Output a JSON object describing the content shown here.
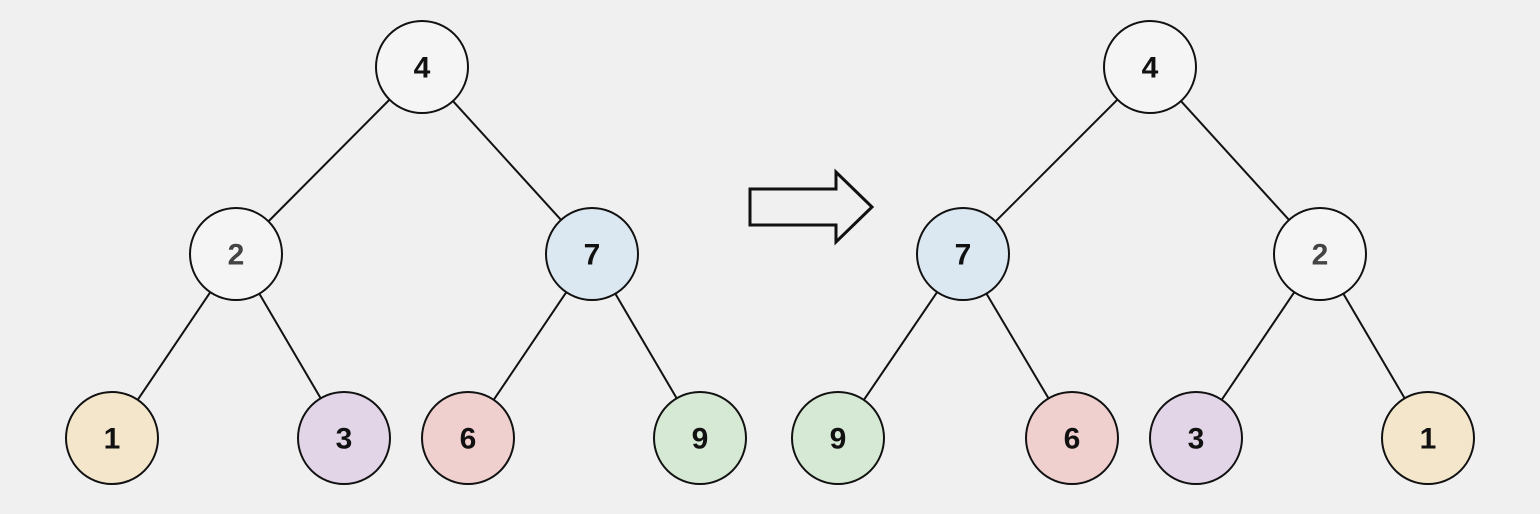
{
  "trees": [
    {
      "id": "original",
      "nodes": [
        {
          "key": "root",
          "label": "4",
          "fill": "#f5f5f5",
          "text_color": "#111111"
        },
        {
          "key": "left",
          "label": "2",
          "fill": "#f5f5f5",
          "text_color": "#444444"
        },
        {
          "key": "right",
          "label": "7",
          "fill": "#dce8f1",
          "text_color": "#111111"
        },
        {
          "key": "left-left",
          "label": "1",
          "fill": "#f3e6cb",
          "text_color": "#111111"
        },
        {
          "key": "left-right",
          "label": "3",
          "fill": "#e2d5e8",
          "text_color": "#111111"
        },
        {
          "key": "right-left",
          "label": "6",
          "fill": "#f0cfcf",
          "text_color": "#111111"
        },
        {
          "key": "right-right",
          "label": "9",
          "fill": "#d6e9d4",
          "text_color": "#111111"
        }
      ]
    },
    {
      "id": "inverted",
      "nodes": [
        {
          "key": "root",
          "label": "4",
          "fill": "#f5f5f5",
          "text_color": "#111111"
        },
        {
          "key": "left",
          "label": "7",
          "fill": "#dce8f1",
          "text_color": "#111111"
        },
        {
          "key": "right",
          "label": "2",
          "fill": "#f5f5f5",
          "text_color": "#444444"
        },
        {
          "key": "left-left",
          "label": "9",
          "fill": "#d6e9d4",
          "text_color": "#111111"
        },
        {
          "key": "left-right",
          "label": "6",
          "fill": "#f0cfcf",
          "text_color": "#111111"
        },
        {
          "key": "right-left",
          "label": "3",
          "fill": "#e2d5e8",
          "text_color": "#111111"
        },
        {
          "key": "right-right",
          "label": "1",
          "fill": "#f3e6cb",
          "text_color": "#111111"
        }
      ]
    }
  ],
  "edges": [
    [
      "root",
      "left"
    ],
    [
      "root",
      "right"
    ],
    [
      "left",
      "left-left"
    ],
    [
      "left",
      "left-right"
    ],
    [
      "right",
      "right-left"
    ],
    [
      "right",
      "right-right"
    ]
  ],
  "colors": {
    "background": "#f0f0f0",
    "stroke": "#111111"
  },
  "arrow": {
    "icon": "right-arrow-outline-icon"
  }
}
